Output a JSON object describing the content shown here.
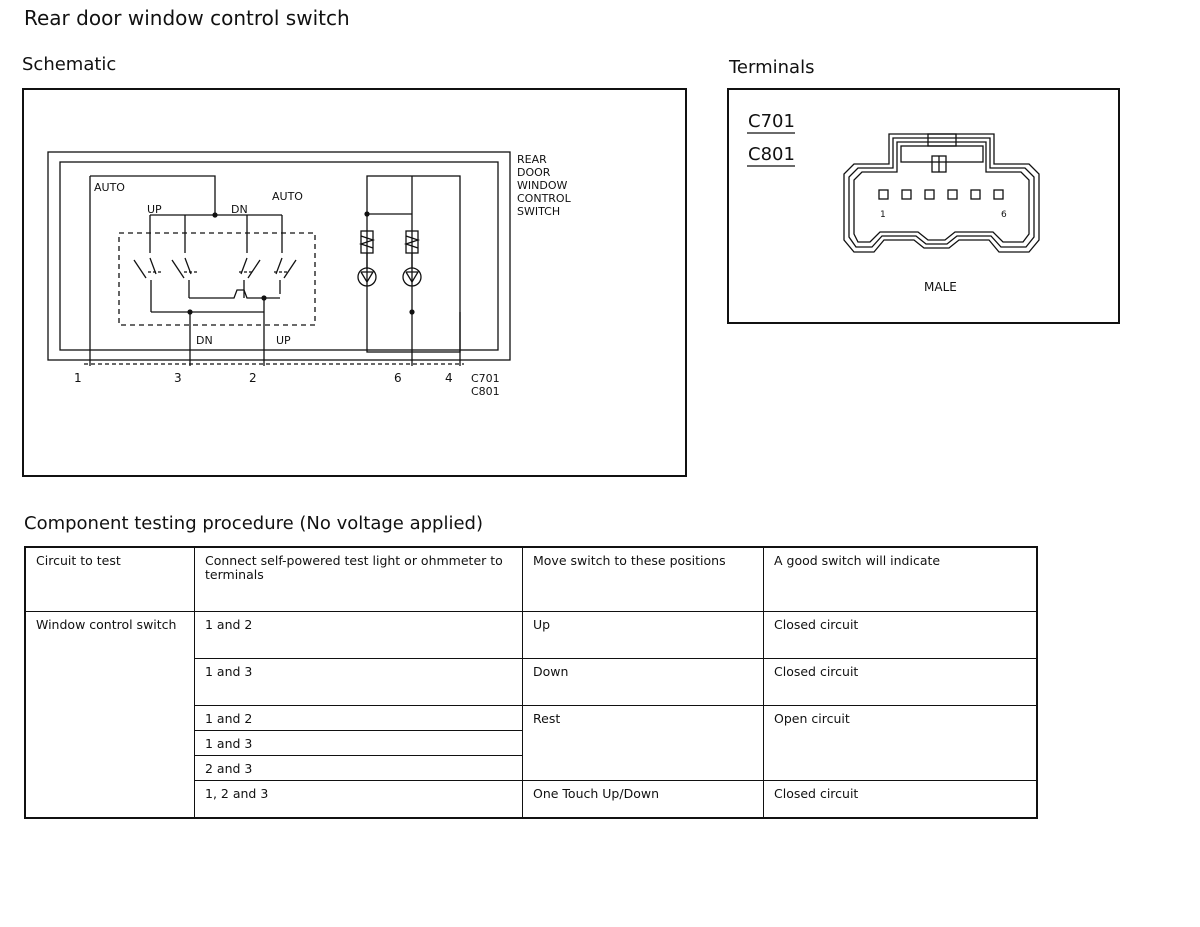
{
  "title": "Rear door window control switch",
  "schematic": {
    "title": "Schematic",
    "switch_label": [
      "REAR",
      "DOOR",
      "WINDOW",
      "CONTROL",
      "SWITCH"
    ],
    "auto_left": "AUTO",
    "auto_right": "AUTO",
    "up_top": "UP",
    "dn_top": "DN",
    "dn_bottom": "DN",
    "up_bottom": "UP",
    "pin_1": "1",
    "pin_3": "3",
    "pin_2": "2",
    "pin_6": "6",
    "pin_4": "4",
    "connector_a": "C701",
    "connector_b": "C801"
  },
  "terminals": {
    "title": "Terminals",
    "connector_a": "C701",
    "connector_b": "C801",
    "pin_first": "1",
    "pin_last": "6",
    "gender": "MALE"
  },
  "testing": {
    "title": "Component testing procedure (No voltage applied)",
    "headers": [
      "Circuit to test",
      "Connect self-powered test light or ohmmeter to terminals",
      "Move switch to these positions",
      "A good switch will indicate"
    ],
    "circuit": "Window control switch",
    "rows": [
      {
        "terminals": "1 and 2",
        "position": "Up",
        "result": "Closed circuit"
      },
      {
        "terminals": "1 and 3",
        "position": "Down",
        "result": "Closed circuit"
      },
      {
        "terminals": "1 and 2",
        "position": "Rest",
        "result": "Open circuit"
      },
      {
        "terminals": "1 and 3"
      },
      {
        "terminals": "2 and 3"
      },
      {
        "terminals": "1, 2 and 3",
        "position": "One Touch Up/Down",
        "result": "Closed circuit"
      }
    ]
  }
}
